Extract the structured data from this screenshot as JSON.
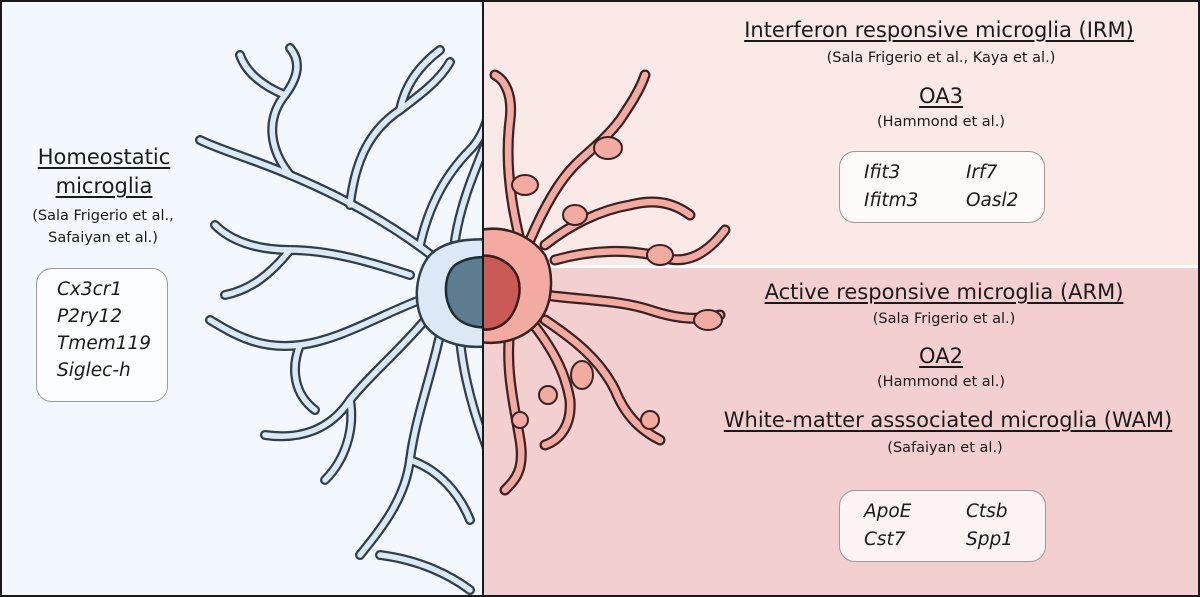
{
  "homeostatic": {
    "title_line1": "Homeostatic",
    "title_line2": "microglia",
    "cite_line1": "(Sala Frigerio et al.,",
    "cite_line2": "Safaiyan et al.)",
    "genes": [
      "Cx3cr1",
      "P2ry12",
      "Tmem119",
      "Siglec-h"
    ]
  },
  "irm": {
    "title": "Interferon responsive microglia (IRM)",
    "cite": "(Sala Frigerio et al., Kaya et al.)",
    "oa_title": "OA3",
    "oa_cite": "(Hammond et al.)",
    "genes": [
      "Ifit3",
      "Irf7",
      "Ifitm3",
      "Oasl2"
    ]
  },
  "arm": {
    "title": "Active responsive microglia (ARM)",
    "cite": "(Sala Frigerio et al.)",
    "oa_title": "OA2",
    "oa_cite": "(Hammond et al.)",
    "wam_title": "White-matter asssociated microglia (WAM)",
    "wam_cite": "(Safaiyan et al.)",
    "genes": [
      "ApoE",
      "Ctsb",
      "Cst7",
      "Spp1"
    ]
  },
  "colors": {
    "homeostatic_bg": "#f2f8fd",
    "irm_bg": "#fbe9e7",
    "arm_bg": "#f4cfcf",
    "blue_cell": "#dbe8f6",
    "blue_nucleus": "#5e7c90",
    "red_cell": "#f2aaa1",
    "red_nucleus": "#c95a55"
  }
}
